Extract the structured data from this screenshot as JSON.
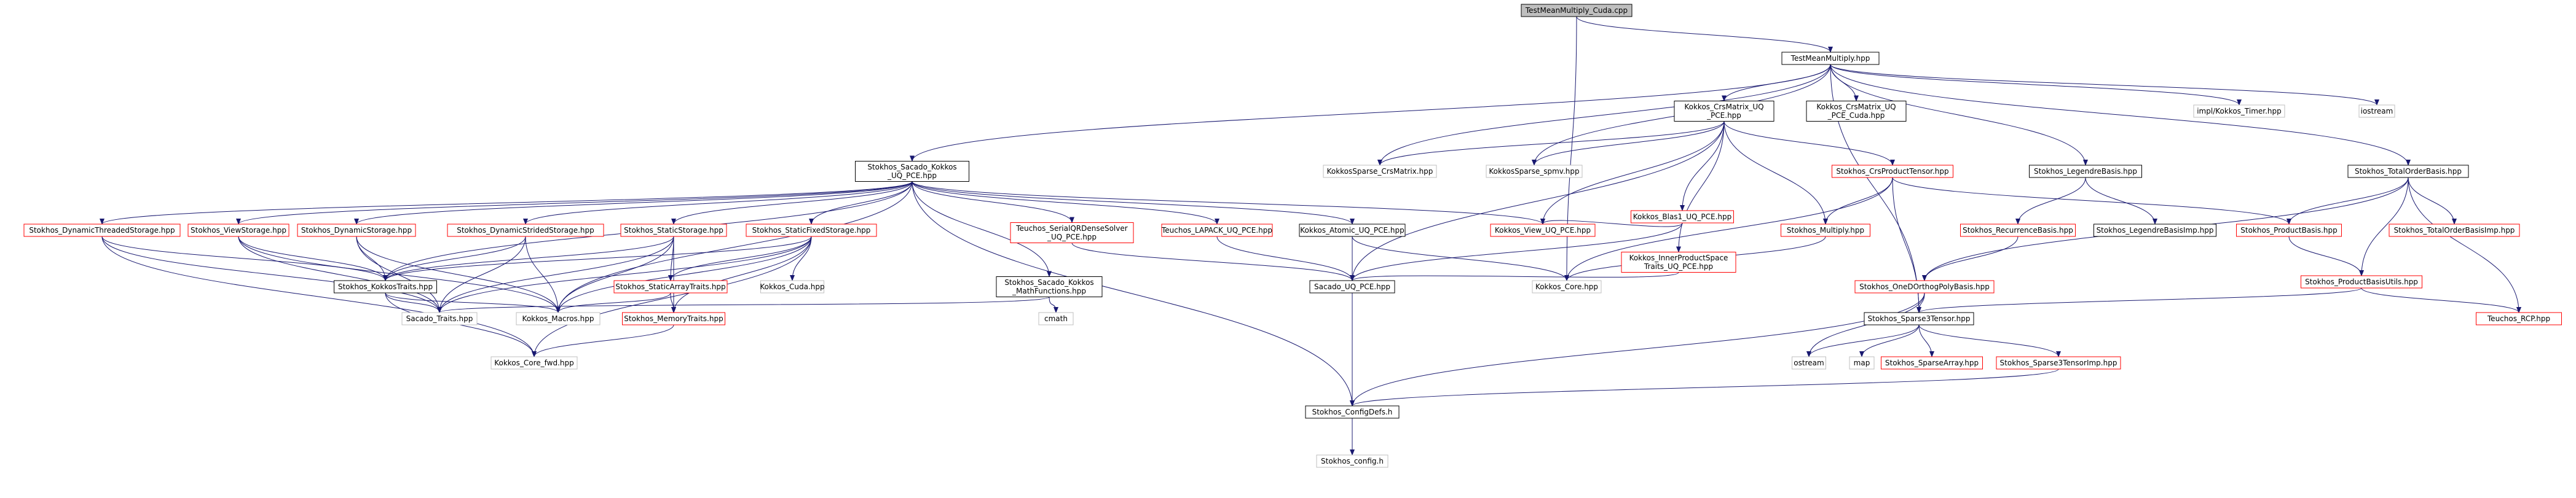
{
  "graph": {
    "nodes": [
      {
        "id": "root",
        "label": "TestMeanMultiply_Cuda.cpp",
        "style": "root"
      },
      {
        "id": "tmm",
        "label": "TestMeanMultiply.hpp",
        "style": "black"
      },
      {
        "id": "crs",
        "label": "Kokkos_CrsMatrix_UQ\n_PCE.hpp",
        "style": "black"
      },
      {
        "id": "crscuda",
        "label": "Kokkos_CrsMatrix_UQ\n_PCE_Cuda.hpp",
        "style": "black"
      },
      {
        "id": "timer",
        "label": "impl/Kokkos_Timer.hpp",
        "style": "gray"
      },
      {
        "id": "iostream",
        "label": "iostream",
        "style": "gray"
      },
      {
        "id": "sacado",
        "label": "Stokhos_Sacado_Kokkos\n_UQ_PCE.hpp",
        "style": "black"
      },
      {
        "id": "kscrs",
        "label": "KokkosSparse_CrsMatrix.hpp",
        "style": "gray"
      },
      {
        "id": "spmv",
        "label": "KokkosSparse_spmv.hpp",
        "style": "gray"
      },
      {
        "id": "crsprod",
        "label": "Stokhos_CrsProductTensor.hpp",
        "style": "red"
      },
      {
        "id": "legendre",
        "label": "Stokhos_LegendreBasis.hpp",
        "style": "black"
      },
      {
        "id": "totalorder",
        "label": "Stokhos_TotalOrderBasis.hpp",
        "style": "black"
      },
      {
        "id": "blas1",
        "label": "Kokkos_Blas1_UQ_PCE.hpp",
        "style": "red"
      },
      {
        "id": "dts",
        "label": "Stokhos_DynamicThreadedStorage.hpp",
        "style": "red"
      },
      {
        "id": "vs",
        "label": "Stokhos_ViewStorage.hpp",
        "style": "red"
      },
      {
        "id": "ds",
        "label": "Stokhos_DynamicStorage.hpp",
        "style": "red"
      },
      {
        "id": "dss",
        "label": "Stokhos_DynamicStridedStorage.hpp",
        "style": "red"
      },
      {
        "id": "ss",
        "label": "Stokhos_StaticStorage.hpp",
        "style": "red"
      },
      {
        "id": "sfs",
        "label": "Stokhos_StaticFixedStorage.hpp",
        "style": "red"
      },
      {
        "id": "serialqr",
        "label": "Teuchos_SerialQRDenseSolver\n_UQ_PCE.hpp",
        "style": "red"
      },
      {
        "id": "lapack",
        "label": "Teuchos_LAPACK_UQ_PCE.hpp",
        "style": "red"
      },
      {
        "id": "atomic",
        "label": "Kokkos_Atomic_UQ_PCE.hpp",
        "style": "black"
      },
      {
        "id": "viewuq",
        "label": "Kokkos_View_UQ_PCE.hpp",
        "style": "red"
      },
      {
        "id": "ips",
        "label": "Kokkos_InnerProductSpace\nTraits_UQ_PCE.hpp",
        "style": "red"
      },
      {
        "id": "smult",
        "label": "Stokhos_Multiply.hpp",
        "style": "red"
      },
      {
        "id": "recur",
        "label": "Stokhos_RecurrenceBasis.hpp",
        "style": "red"
      },
      {
        "id": "legimp",
        "label": "Stokhos_LegendreBasisImp.hpp",
        "style": "black"
      },
      {
        "id": "prodbasis",
        "label": "Stokhos_ProductBasis.hpp",
        "style": "red"
      },
      {
        "id": "toimp",
        "label": "Stokhos_TotalOrderBasisImp.hpp",
        "style": "red"
      },
      {
        "id": "kktraits",
        "label": "Stokhos_KokkosTraits.hpp",
        "style": "black"
      },
      {
        "id": "sat",
        "label": "Stokhos_StaticArrayTraits.hpp",
        "style": "red"
      },
      {
        "id": "kcuda",
        "label": "Kokkos_Cuda.hpp",
        "style": "gray"
      },
      {
        "id": "mathfn",
        "label": "Stokhos_Sacado_Kokkos\n_MathFunctions.hpp",
        "style": "black"
      },
      {
        "id": "sacuq",
        "label": "Sacado_UQ_PCE.hpp",
        "style": "black"
      },
      {
        "id": "kcore",
        "label": "Kokkos_Core.hpp",
        "style": "gray"
      },
      {
        "id": "oneortho",
        "label": "Stokhos_OneDOrthogPolyBasis.hpp",
        "style": "red"
      },
      {
        "id": "pbu",
        "label": "Stokhos_ProductBasisUtils.hpp",
        "style": "red"
      },
      {
        "id": "rcp",
        "label": "Teuchos_RCP.hpp",
        "style": "red"
      },
      {
        "id": "sactraits",
        "label": "Sacado_Traits.hpp",
        "style": "gray"
      },
      {
        "id": "kmacros",
        "label": "Kokkos_Macros.hpp",
        "style": "gray"
      },
      {
        "id": "memtraits",
        "label": "Stokhos_MemoryTraits.hpp",
        "style": "red"
      },
      {
        "id": "cmath",
        "label": "cmath",
        "style": "gray"
      },
      {
        "id": "s3t",
        "label": "Stokhos_Sparse3Tensor.hpp",
        "style": "black"
      },
      {
        "id": "ostream",
        "label": "ostream",
        "style": "gray"
      },
      {
        "id": "map",
        "label": "map",
        "style": "gray"
      },
      {
        "id": "sarray",
        "label": "Stokhos_SparseArray.hpp",
        "style": "red"
      },
      {
        "id": "s3timp",
        "label": "Stokhos_Sparse3TensorImp.hpp",
        "style": "red"
      },
      {
        "id": "kcorefwd",
        "label": "Kokkos_Core_fwd.hpp",
        "style": "gray"
      },
      {
        "id": "configdefs",
        "label": "Stokhos_ConfigDefs.h",
        "style": "black"
      },
      {
        "id": "config",
        "label": "Stokhos_config.h",
        "style": "gray"
      }
    ],
    "colors": {
      "edge": "#191970",
      "black_border": "#000000",
      "red_border": "#ff0000",
      "gray_border": "#bfbfbf",
      "root_fill": "#bfbfbf",
      "text": "#000000"
    }
  }
}
